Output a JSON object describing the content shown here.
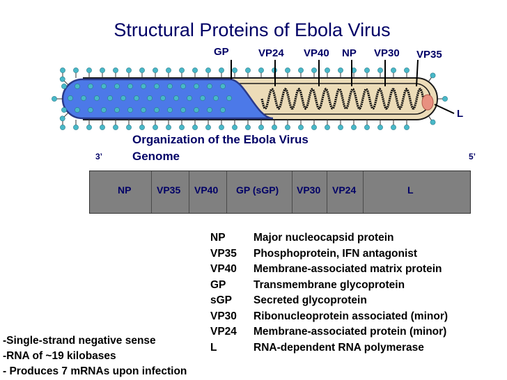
{
  "title": "Structural Proteins of Ebola Virus",
  "virion_labels": {
    "gp": "GP",
    "vp24": "VP24",
    "vp40": "VP40",
    "np": "NP",
    "vp30": "VP30",
    "vp35": "VP35",
    "l": "L"
  },
  "genome": {
    "heading_line1": "Organization of the Ebola Virus",
    "heading_line2": "Genome",
    "end_3": "3’",
    "end_5": "5’",
    "segments": [
      "NP",
      "VP35",
      "VP40",
      "GP (sGP)",
      "VP30",
      "VP24",
      "L"
    ]
  },
  "legend": [
    {
      "abbr": "NP",
      "desc": "Major nucleocapsid protein"
    },
    {
      "abbr": "VP35",
      "desc": "Phosphoprotein, IFN antagonist"
    },
    {
      "abbr": "VP40",
      "desc": "Membrane-associated matrix protein"
    },
    {
      "abbr": "GP",
      "desc": "Transmembrane glycoprotein"
    },
    {
      "abbr": "sGP",
      "desc": "Secreted glycoprotein"
    },
    {
      "abbr": "VP30",
      "desc": "Ribonucleoprotein associated (minor)"
    },
    {
      "abbr": "VP24",
      "desc": "Membrane-associated protein (minor)"
    },
    {
      "abbr": "L",
      "desc": "RNA-dependent RNA polymerase"
    }
  ],
  "notes": [
    "-Single-strand negative sense",
    "-RNA of ~19 kilobases",
    "- Produces 7 mRNAs upon infection"
  ],
  "colors": {
    "title": "#000066",
    "envelope_fill": "#4c79e8",
    "membrane_fill": "#ecdcb8",
    "spike": "#48b8c8",
    "genome_bar": "#808080",
    "polymerase": "#e89080"
  }
}
